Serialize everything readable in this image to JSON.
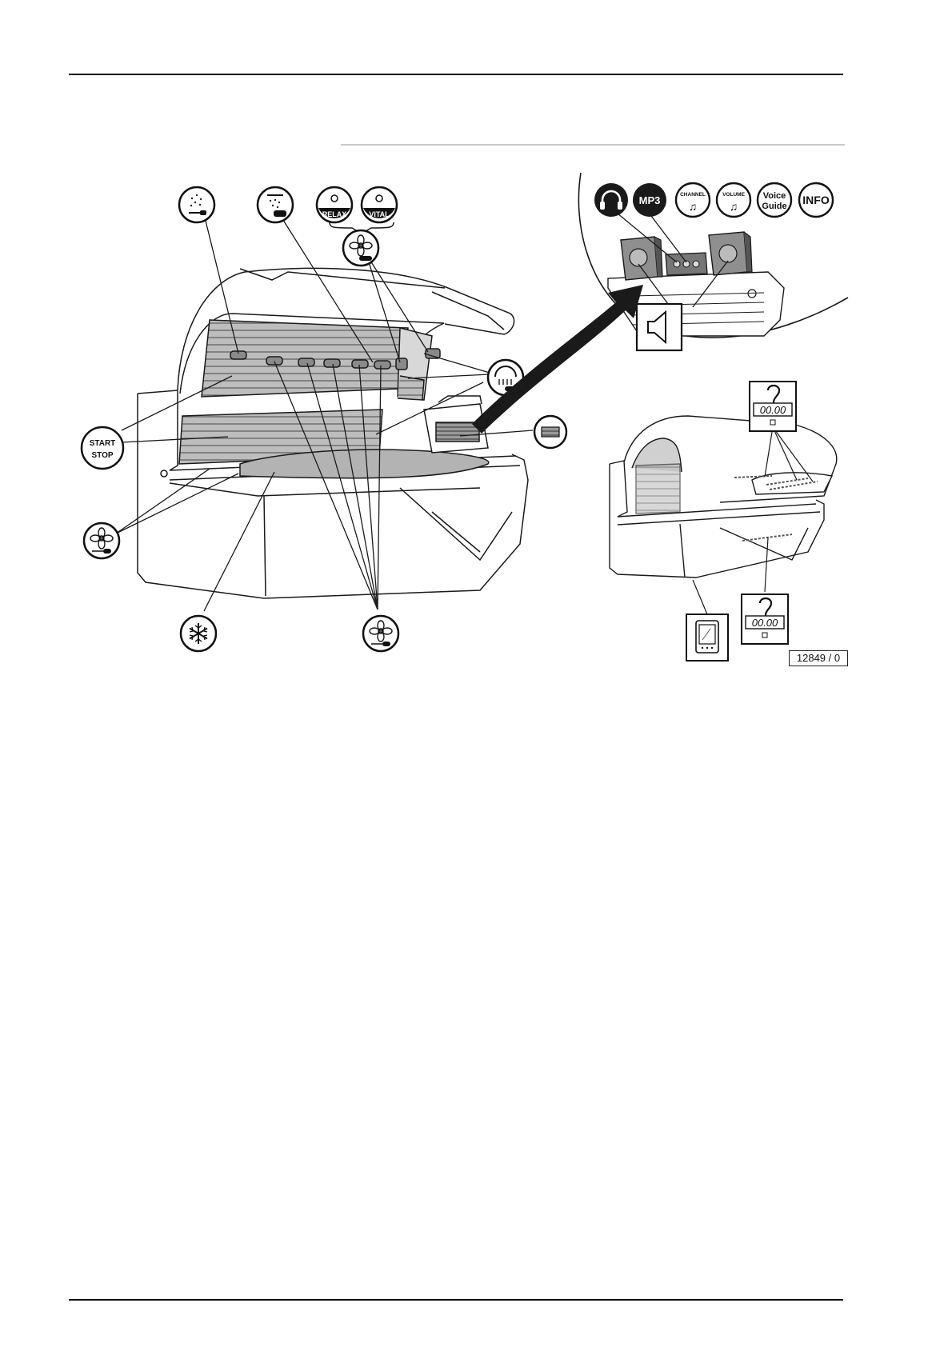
{
  "figure": {
    "id_label": "12849 / 0",
    "badges": {
      "relax": "RELAX",
      "vital": "VITAL",
      "start": "START",
      "stop": "STOP",
      "mp3": "MP3",
      "channel": "CHANNEL",
      "volume": "VOLUME",
      "voice_line1": "Voice",
      "voice_line2": "Guide",
      "info": "INFO"
    },
    "display_readout": "00.00",
    "icons": [
      "aroma-shower-left-icon",
      "aroma-shower-right-icon",
      "relax-icon",
      "vital-icon",
      "fan-body-icon",
      "start-stop-button",
      "aqua-cool-icon",
      "fan-face-icon",
      "fan-lower-icon",
      "cooling-icon",
      "fan-shoulder-icon",
      "headphones-icon",
      "mp3-icon",
      "channel-icon",
      "volume-icon",
      "voice-guide-icon",
      "info-icon",
      "speaker-icon",
      "display-icon",
      "pda-icon"
    ],
    "colors": {
      "line": "#1a1a1a",
      "tube_fill": "#a9a9a9",
      "badge_dark": "#1a1a1a",
      "bg": "#ffffff"
    }
  }
}
